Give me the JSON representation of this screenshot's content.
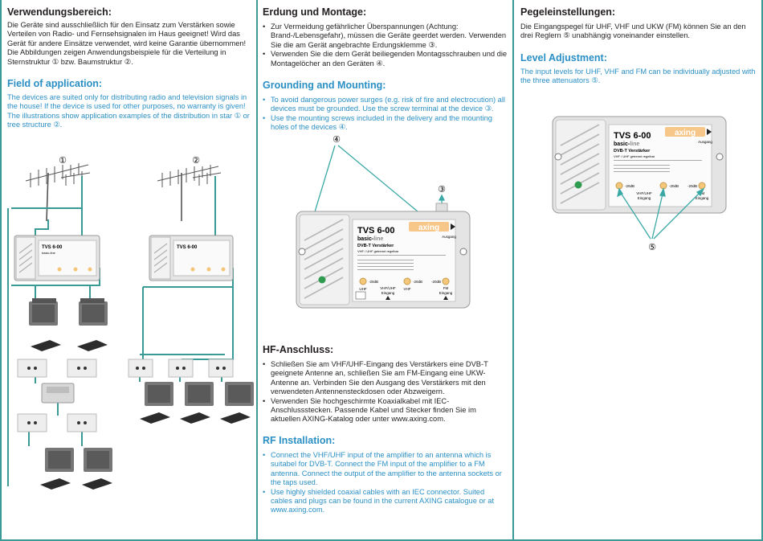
{
  "col1": {
    "heading_de": "Verwendungsbereich:",
    "text_de": "Die Geräte sind ausschließlich für den Einsatz zum Verstärken sowie Verteilen von Radio- und Fernsehsignalen im Haus geeignet! Wird das Gerät für andere Einsätze verwendet, wird keine Garantie übernommen!\nDie Abbildungen zeigen Anwendungsbeispiele für die Verteilung in Sternstruktur ① bzw. Baumstruktur ②.",
    "heading_en": "Field of application:",
    "text_en": "The devices are suited only for distributing radio and television signals in the house! If the device is used for other purposes, no warranty is given!\nThe illustrations show application examples of the distribution in star ① or tree structure ②.",
    "figure_labels": [
      "①",
      "②"
    ],
    "small_device": {
      "model": "TVS 6-00",
      "line": "basic-line"
    }
  },
  "col2": {
    "heading_de": "Erdung und Montage:",
    "bullets_de": [
      "Zur Vermeidung gefährlicher Überspannungen (Achtung: Brand-/Lebensgefahr), müssen die Geräte geerdet werden. Verwenden Sie die am Gerät angebrachte Erdungsklemme ③.",
      "Verwenden Sie die dem Gerät beiliegenden Montagsschrauben und die Montagelöcher an den Geräten ④."
    ],
    "heading_en": "Grounding and Mounting:",
    "bullets_en": [
      "To avoid dangerous power surges (e.g. risk of fire and electrocution) all devices must be grounded. Use the screw terminal at the device ③.",
      "Use the mounting screws included in the delivery and the mounting holes of the devices ④."
    ],
    "device": {
      "model": "TVS 6-00",
      "line_prefix": "basic-",
      "line_suffix": "line",
      "title": "DVB-T Verstärker",
      "subtitle": "VHF / UHF getrennt regelbar",
      "brand": "axing",
      "ausgang": "Ausgang",
      "knob_left_db": "-20dB",
      "knob_mid_db": "-20dB",
      "knob_right_db": "-20dB",
      "port_left_label": "UHF",
      "port_mid_label": "VHF/UHF",
      "port_mid_sub": "Eingang",
      "port_mid2_label": "VHF",
      "port_right_label": "FM",
      "port_right_sub": "Eingang",
      "callout_ground": "③",
      "callout_mount": "④"
    },
    "heading2_de": "HF-Anschluss:",
    "bullets2_de": [
      "Schließen Sie am VHF/UHF-Eingang des Verstärkers eine DVB-T geeignete Antenne an, schließen Sie am FM-Eingang eine UKW-Antenne an. Verbinden Sie den Ausgang des Verstärkers mit den verwendeten Antennensteckdosen oder Abzweigern.",
      "Verwenden Sie hochgeschirmte Koaxialkabel mit IEC- Anschlussstecken. Passende Kabel und Stecker finden Sie im aktuellen AXING-Katalog oder unter www.axing.com."
    ],
    "heading2_en": "RF Installation:",
    "bullets2_en": [
      "Connect the VHF/UHF input of the amplifier to an antenna which is suitabel for DVB-T. Connect the FM input of the amplifier to a FM antenna. Connect the output of the amplifier to the antenna sockets or the taps used.",
      "Use highly shielded coaxial cables with an IEC connector. Suited cables and plugs can be found in the current AXING catalogue or at www.axing.com."
    ]
  },
  "col3": {
    "heading_de": "Pegeleinstellungen:",
    "text_de": "Die Eingangspegel für UHF, VHF und UKW (FM) können Sie an den drei Reglern ⑤ unabhängig voneinander einstellen.",
    "heading_en": "Level Adjustment:",
    "text_en": "The input levels for UHF, VHF and FM can be individually adjusted with the three attenuators ⑤.",
    "device": {
      "model": "TVS 6-00",
      "line_prefix": "basic-",
      "line_suffix": "line",
      "title": "DVB-T Verstärker",
      "subtitle": "VHF / UHF getrennt regelbar",
      "brand": "axing",
      "ausgang": "Ausgang",
      "knob_left_db": "-20dB",
      "knob_mid_db": "-20dB",
      "knob_right_db": "-20dB",
      "port_mid_label": "VHF/UHF",
      "port_mid_sub": "Eingang",
      "port_right_label": "FM",
      "port_right_sub": "Eingang",
      "callout_level": "⑤"
    }
  },
  "colors": {
    "rule": "#3a9a95",
    "english_text": "#2a8fc4",
    "callout_arrow": "#3aa9a5",
    "device_body": "#e6e6e6"
  }
}
